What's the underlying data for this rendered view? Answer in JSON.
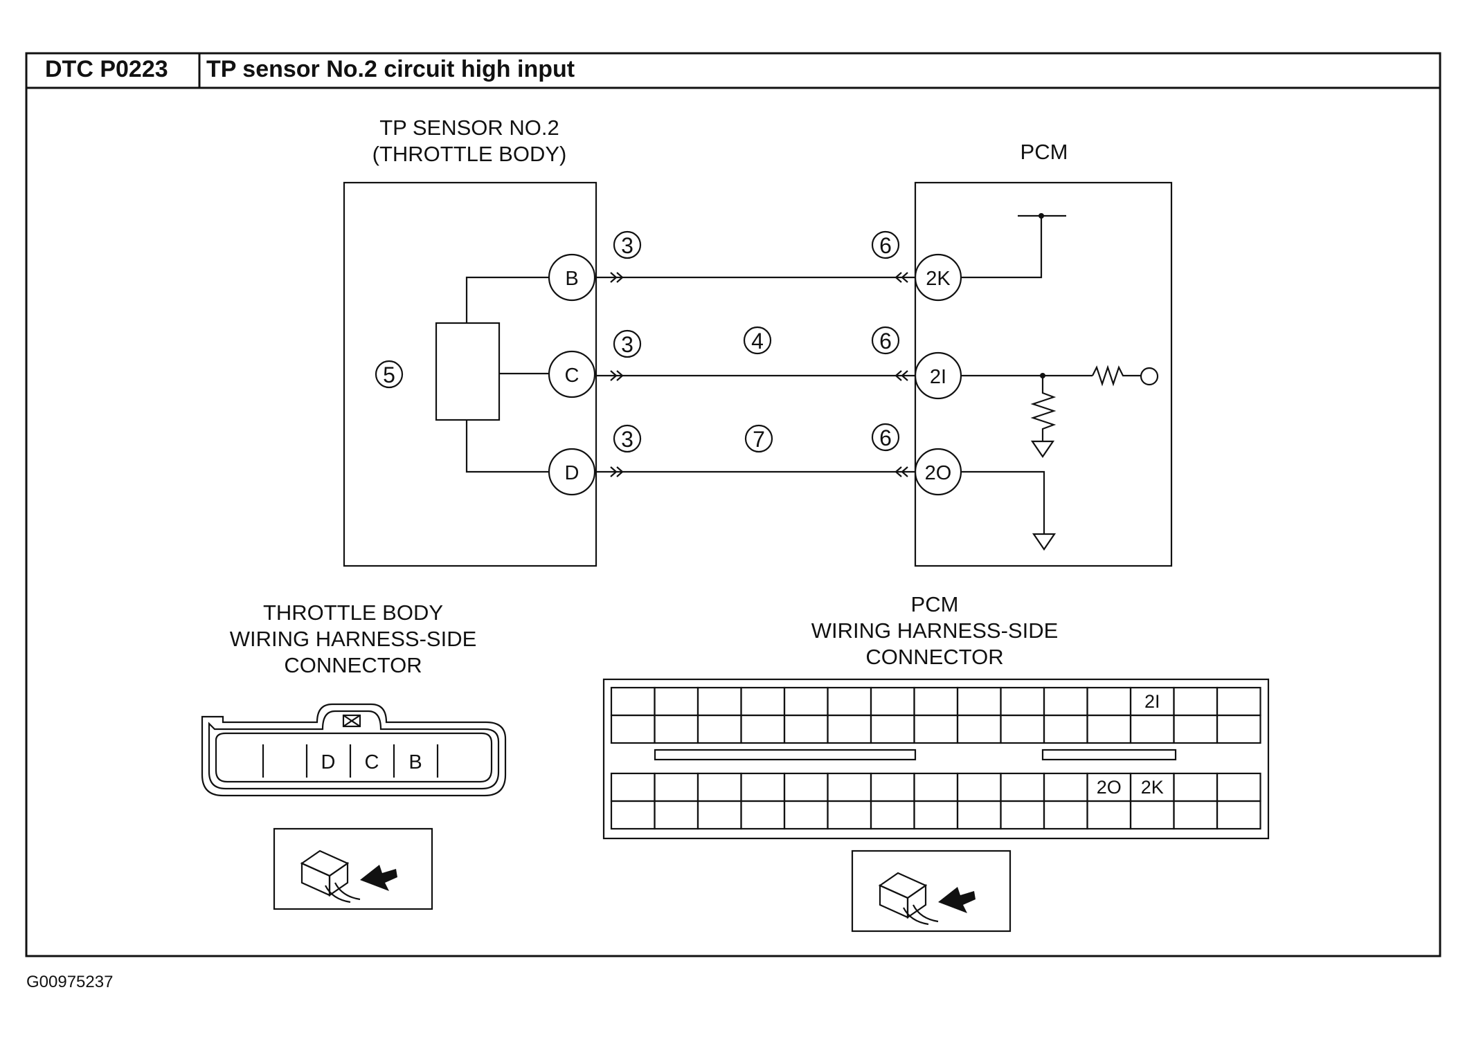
{
  "header": {
    "code": "DTC P0223",
    "title": "TP sensor No.2 circuit high input"
  },
  "sensor": {
    "title_line1": "TP SENSOR NO.2",
    "title_line2": "(THROTTLE BODY)",
    "region_marker": "5",
    "pins": [
      "B",
      "C",
      "D"
    ]
  },
  "pcm": {
    "title": "PCM",
    "pins": [
      "2K",
      "2I",
      "2O"
    ]
  },
  "wires": {
    "sensor_side_marker": "3",
    "pcm_side_marker": "6",
    "middle_markers": [
      "",
      "4",
      "7"
    ]
  },
  "throttle_connector": {
    "label_line1": "THROTTLE BODY",
    "label_line2": "WIRING HARNESS-SIDE",
    "label_line3": "CONNECTOR",
    "cells": [
      "",
      "",
      "D",
      "C",
      "B",
      ""
    ]
  },
  "pcm_connector": {
    "label_line1": "PCM",
    "label_line2": "WIRING HARNESS-SIDE",
    "label_line3": "CONNECTOR",
    "top_labels": [
      {
        "col": 12,
        "text": "2I"
      }
    ],
    "bottom_labels": [
      {
        "col": 11,
        "text": "2O"
      },
      {
        "col": 12,
        "text": "2K"
      }
    ]
  },
  "footer": {
    "figure_id": "G00975237"
  }
}
